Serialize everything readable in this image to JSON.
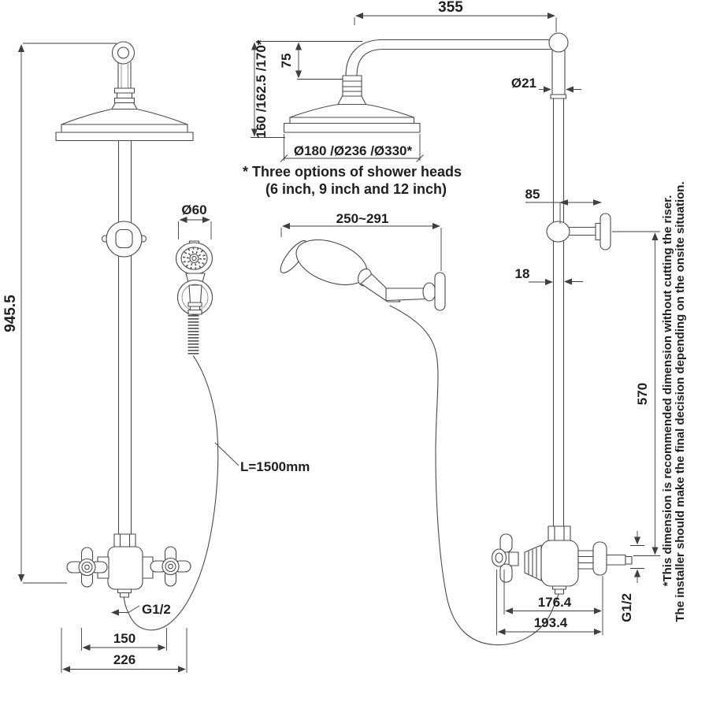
{
  "drawing": {
    "front_view": {
      "overall_height": "945.5",
      "handset_diameter": "Ø60",
      "hose_length": "L=1500mm",
      "outlet_thread": "G1/2",
      "inlet_spacing": "150",
      "overall_width": "226"
    },
    "side_view": {
      "arm_reach": "355",
      "arm_drop": "75",
      "head_height_options": "160 /162.5 /170*",
      "riser_diameter": "Ø21",
      "head_diameter_options": "Ø180 /Ø236 /Ø330*",
      "head_options_note_line1": "* Three options of shower heads",
      "head_options_note_line2": "(6 inch, 9 inch and 12 inch)",
      "bracket_offset": "85",
      "riser_width": "18",
      "riser_length": "570",
      "handset_reach": "250~291",
      "valve_width": "176.4",
      "valve_overall_width": "193.4",
      "outlet_thread": "G1/2"
    },
    "notes": {
      "riser_note_line1": "*This dimension is recommended dimension without cutting the riser.",
      "riser_note_line2": "The installer should make the final decision depending on the onsite situation."
    }
  }
}
